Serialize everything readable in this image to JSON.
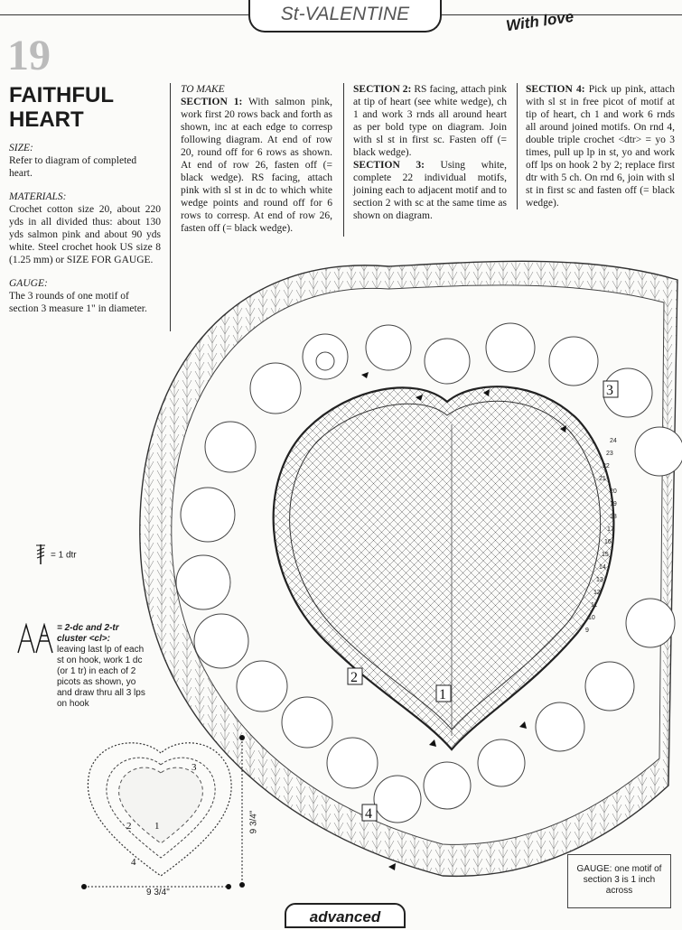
{
  "header": {
    "banner": "St-VALENTINE",
    "tagline": "With love"
  },
  "pattern": {
    "number": "19",
    "title_line1": "FAITHFUL",
    "title_line2": "HEART",
    "size_label": "SIZE:",
    "size_text": "Refer to diagram of completed heart.",
    "materials_label": "MATERIALS:",
    "materials_text": "Crochet cotton size 20, about 220 yds in all divided thus: about 130 yds salmon pink and about 90 yds white. Steel crochet hook US size 8 (1.25 mm) or SIZE FOR GAUGE.",
    "gauge_label": "GAUGE:",
    "gauge_text": "The 3 rounds of one motif of section 3 measure 1\" in diameter."
  },
  "instructions": {
    "to_make_label": "TO MAKE",
    "section1_head": "SECTION 1:",
    "section1_text": "With salmon pink, work first 20 rows back and forth as shown, inc at each edge to corresp following diagram. At end of row 20, round off for 6 rows as shown. At end of row 26, fasten off (= black wedge). RS facing, attach pink with sl st in dc to which white wedge points and round off for 6 rows to corresp. At end of row 26, fasten off (= black wedge).",
    "section2_head": "SECTION 2:",
    "section2_text": "RS facing, attach pink at tip of heart (see white wedge), ch 1 and work 3 rnds all around heart as per bold type on diagram. Join with sl st in first sc. Fasten off (= black wedge).",
    "section3_head": "SECTION 3:",
    "section3_text": "Using white, complete 22 individual motifs, joining each to adjacent motif and to section 2 with sc at the same time as shown on diagram.",
    "section4_head": "SECTION 4:",
    "section4_text": "Pick up pink, attach with sl st in free picot of motif at tip of heart, ch 1 and work 6 rnds all around joined motifs. On rnd 4, double triple crochet <dtr> = yo 3 times, pull up lp in st, yo and work off lps on hook 2 by 2; replace first dtr with 5 ch. On rnd 6, join with sl st in first sc and fasten off (= black wedge)."
  },
  "legend": {
    "dtr": "= 1 dtr",
    "cluster_title": "= 2-dc and 2-tr cluster <cl>:",
    "cluster_text": "leaving last lp of each st on hook, work 1 dc (or 1 tr) in each of 2 picots as shown, yo and draw thru all 3 lps on hook"
  },
  "diagram": {
    "section_marks": [
      "1",
      "2",
      "3",
      "4"
    ],
    "row_numbers_right": [
      "24",
      "23",
      "22",
      "21",
      "20",
      "19",
      "18",
      "17",
      "16",
      "15",
      "14",
      "13",
      "12",
      "11",
      "10",
      "9"
    ],
    "small_width": "9 3/4\"",
    "small_height": "9 3/4\""
  },
  "gauge_box": "GAUGE: one motif of section 3 is 1 inch across",
  "footer": "advanced"
}
